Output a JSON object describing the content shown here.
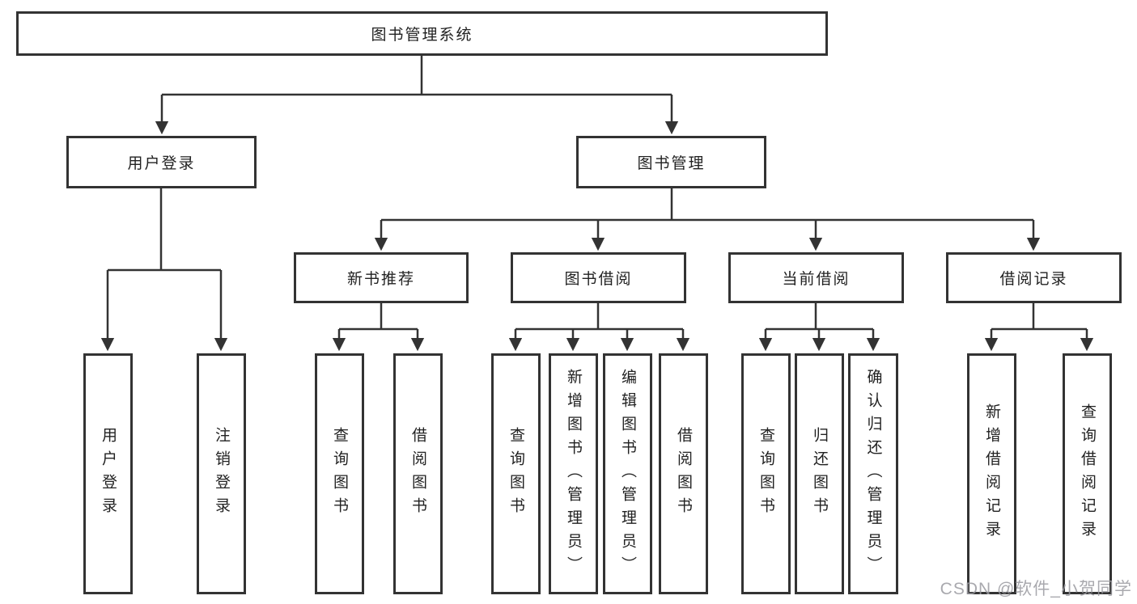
{
  "diagram": {
    "title": "图书管理系统",
    "root": {
      "label": "图书管理系统"
    },
    "branches": [
      {
        "label": "用户登录",
        "children": [
          {
            "label": "用户登录"
          },
          {
            "label": "注销登录"
          }
        ]
      },
      {
        "label": "图书管理",
        "children": [
          {
            "label": "新书推荐",
            "children": [
              {
                "label": "查询图书"
              },
              {
                "label": "借阅图书"
              }
            ]
          },
          {
            "label": "图书借阅",
            "children": [
              {
                "label": "查询图书"
              },
              {
                "label": "新增图书（管理员）"
              },
              {
                "label": "编辑图书（管理员）"
              },
              {
                "label": "借阅图书"
              }
            ]
          },
          {
            "label": "当前借阅",
            "children": [
              {
                "label": "查询图书"
              },
              {
                "label": "归还图书"
              },
              {
                "label": "确认归还（管理员）"
              }
            ]
          },
          {
            "label": "借阅记录",
            "children": [
              {
                "label": "新增借阅记录"
              },
              {
                "label": "查询借阅记录"
              }
            ]
          }
        ]
      }
    ]
  },
  "watermark": {
    "text": "CSDN @软件_小贺同学"
  },
  "colors": {
    "line": "#333333",
    "box_border": "#333333",
    "box_fill": "#ffffff",
    "text": "#222222",
    "watermark": "#9a9aa0",
    "background": "#ffffff"
  }
}
